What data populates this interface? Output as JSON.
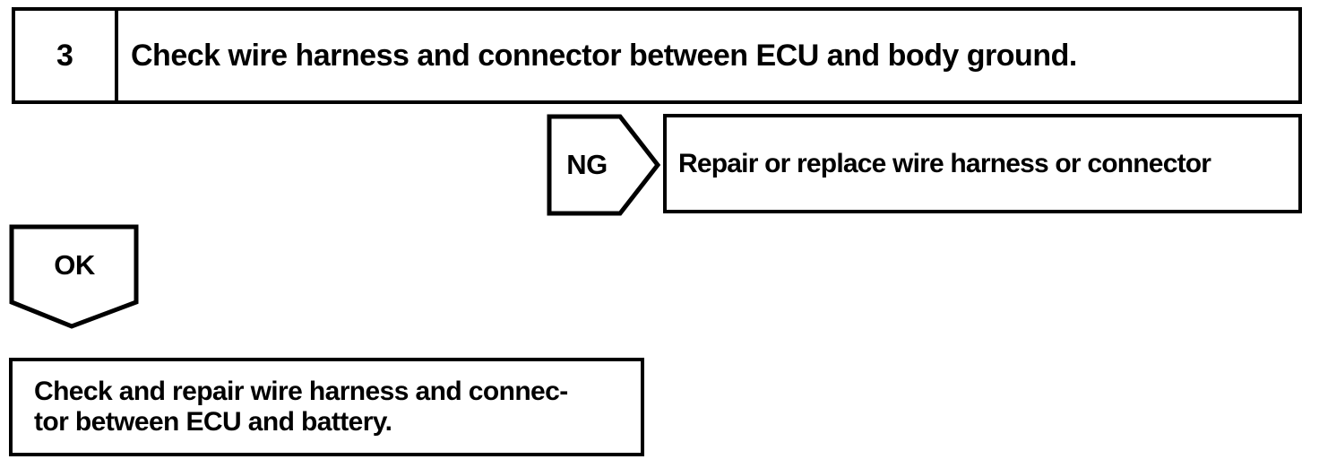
{
  "colors": {
    "ink": "#000000",
    "paper": "#ffffff"
  },
  "step": {
    "number": "3",
    "instruction": "Check wire harness and connector between ECU and body ground."
  },
  "ng_branch": {
    "label": "NG",
    "action": "Repair or replace wire harness or connector"
  },
  "ok_branch": {
    "label": "OK"
  },
  "next_action": {
    "line1": "Check and repair wire harness and connec-",
    "line2": "tor between ECU and battery."
  }
}
